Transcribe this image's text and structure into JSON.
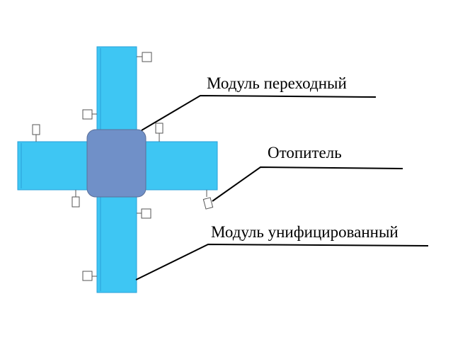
{
  "labels": {
    "transition_module": "Модуль переходный",
    "heater": "Отопитель",
    "unified_module": "Модуль унифицированный"
  },
  "colors": {
    "module_fill": "#3ec6f3",
    "module_edge": "#2aa0d8",
    "hub_fill": "#7090c8",
    "hub_edge": "#5a6f98",
    "line": "#000000",
    "heater_edge": "#555555"
  }
}
